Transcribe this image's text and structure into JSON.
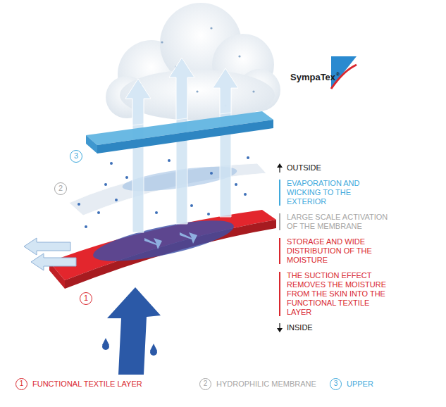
{
  "diagram": {
    "labels": [
      "SympaTex",
      "®",
      "3",
      "2",
      "1",
      "OUTSIDE",
      "EVAPORATION AND WICKING TO THE EXTERIOR",
      "LARGE SCALE ACTIVATION OF THE MEMBRANE",
      "STORAGE AND WIDE DISTRIBUTION OF THE MOISTURE",
      "THE SUCTION EFFECT REMOVES THE MOISTURE FROM THE SKIN INTO THE FUNCTIONAL TEXTILE LAYER",
      "INSIDE",
      "1",
      "2",
      "3"
    ],
    "legend": [
      {
        "text": "FUNCTIONAL TEXTILE LAYER",
        "color": "#d9272e"
      },
      {
        "text": "HYDROPHILIC MEMBRANE",
        "color": "#a6a6a6"
      },
      {
        "text": "UPPER",
        "color": "#3fa9dc"
      }
    ]
  }
}
